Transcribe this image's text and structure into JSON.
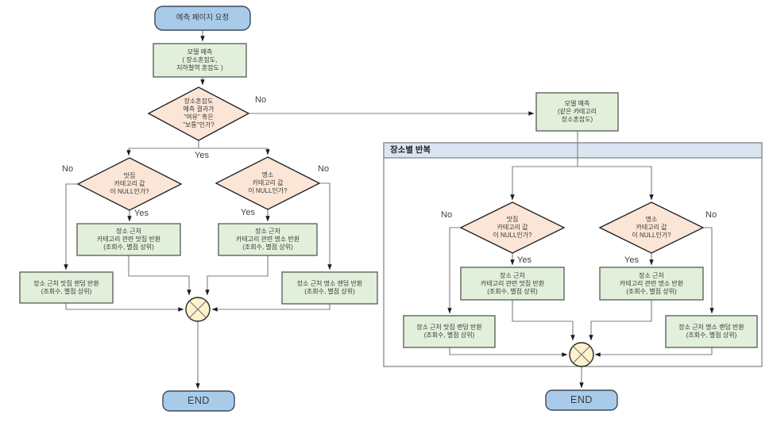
{
  "palette": {
    "terminator_fill": "#a8cbe9",
    "process_fill": "#e2efda",
    "decision_fill": "#fbe5d6",
    "merge_fill": "#fdf2cc",
    "loop_header_fill": "#dbe5f1",
    "loop_body_fill": "#ffffff",
    "connector_color": "#7f7f7f"
  },
  "edge_labels": {
    "yes": "Yes",
    "no": "No"
  },
  "main_flow": {
    "start": "예측 페이지 요청",
    "model_predict": "모델 예측\n( 장소혼잡도,\n지하철역 혼잡도 )",
    "congestion_check": "장소혼잡도\n예측 결과가\n\"여유\" 혹은\n\"보통\"인가?",
    "matzip_check": "맛집\n카테고리 값\n이 NULL인가?",
    "attraction_check": "명소\n카테고리 값\n이 NULL인가?",
    "related_matzip": "장소 근처\n카테고리 관련 맛집 반환\n(조회수, 별점 상위)",
    "related_attraction": "장소 근처\n카테고리 관련 명소 반환\n(조회수, 별점 상위)",
    "random_matzip": "장소 근처 맛집 랜덤 반환\n(조회수, 별점 상위)",
    "random_attraction": "장소 근처 명소 랜덤 반환\n(조회수, 별점 상위)",
    "model_predict_same_category": "모델 예측\n(같은 카테고리\n장소혼잡도)",
    "end": "END"
  },
  "loop": {
    "title": "장소별 반복",
    "matzip_check": "맛집\n카테고리 값\n이 NULL인가?",
    "attraction_check": "명소\n카테고리 값\n이 NULL인가?",
    "related_matzip": "장소 근처\n카테고리 관련 맛집 반환\n(조회수, 별점 상위)",
    "related_attraction": "장소 근처\n카테고리 관련 명소 반환\n(조회수, 별점 상위)",
    "random_matzip": "장소 근처 맛집 랜덤 반환\n(조회수, 별점 상위)",
    "random_attraction": "장소 근처 명소 랜덤 반환\n(조회수, 별점 상위)",
    "end": "END"
  }
}
